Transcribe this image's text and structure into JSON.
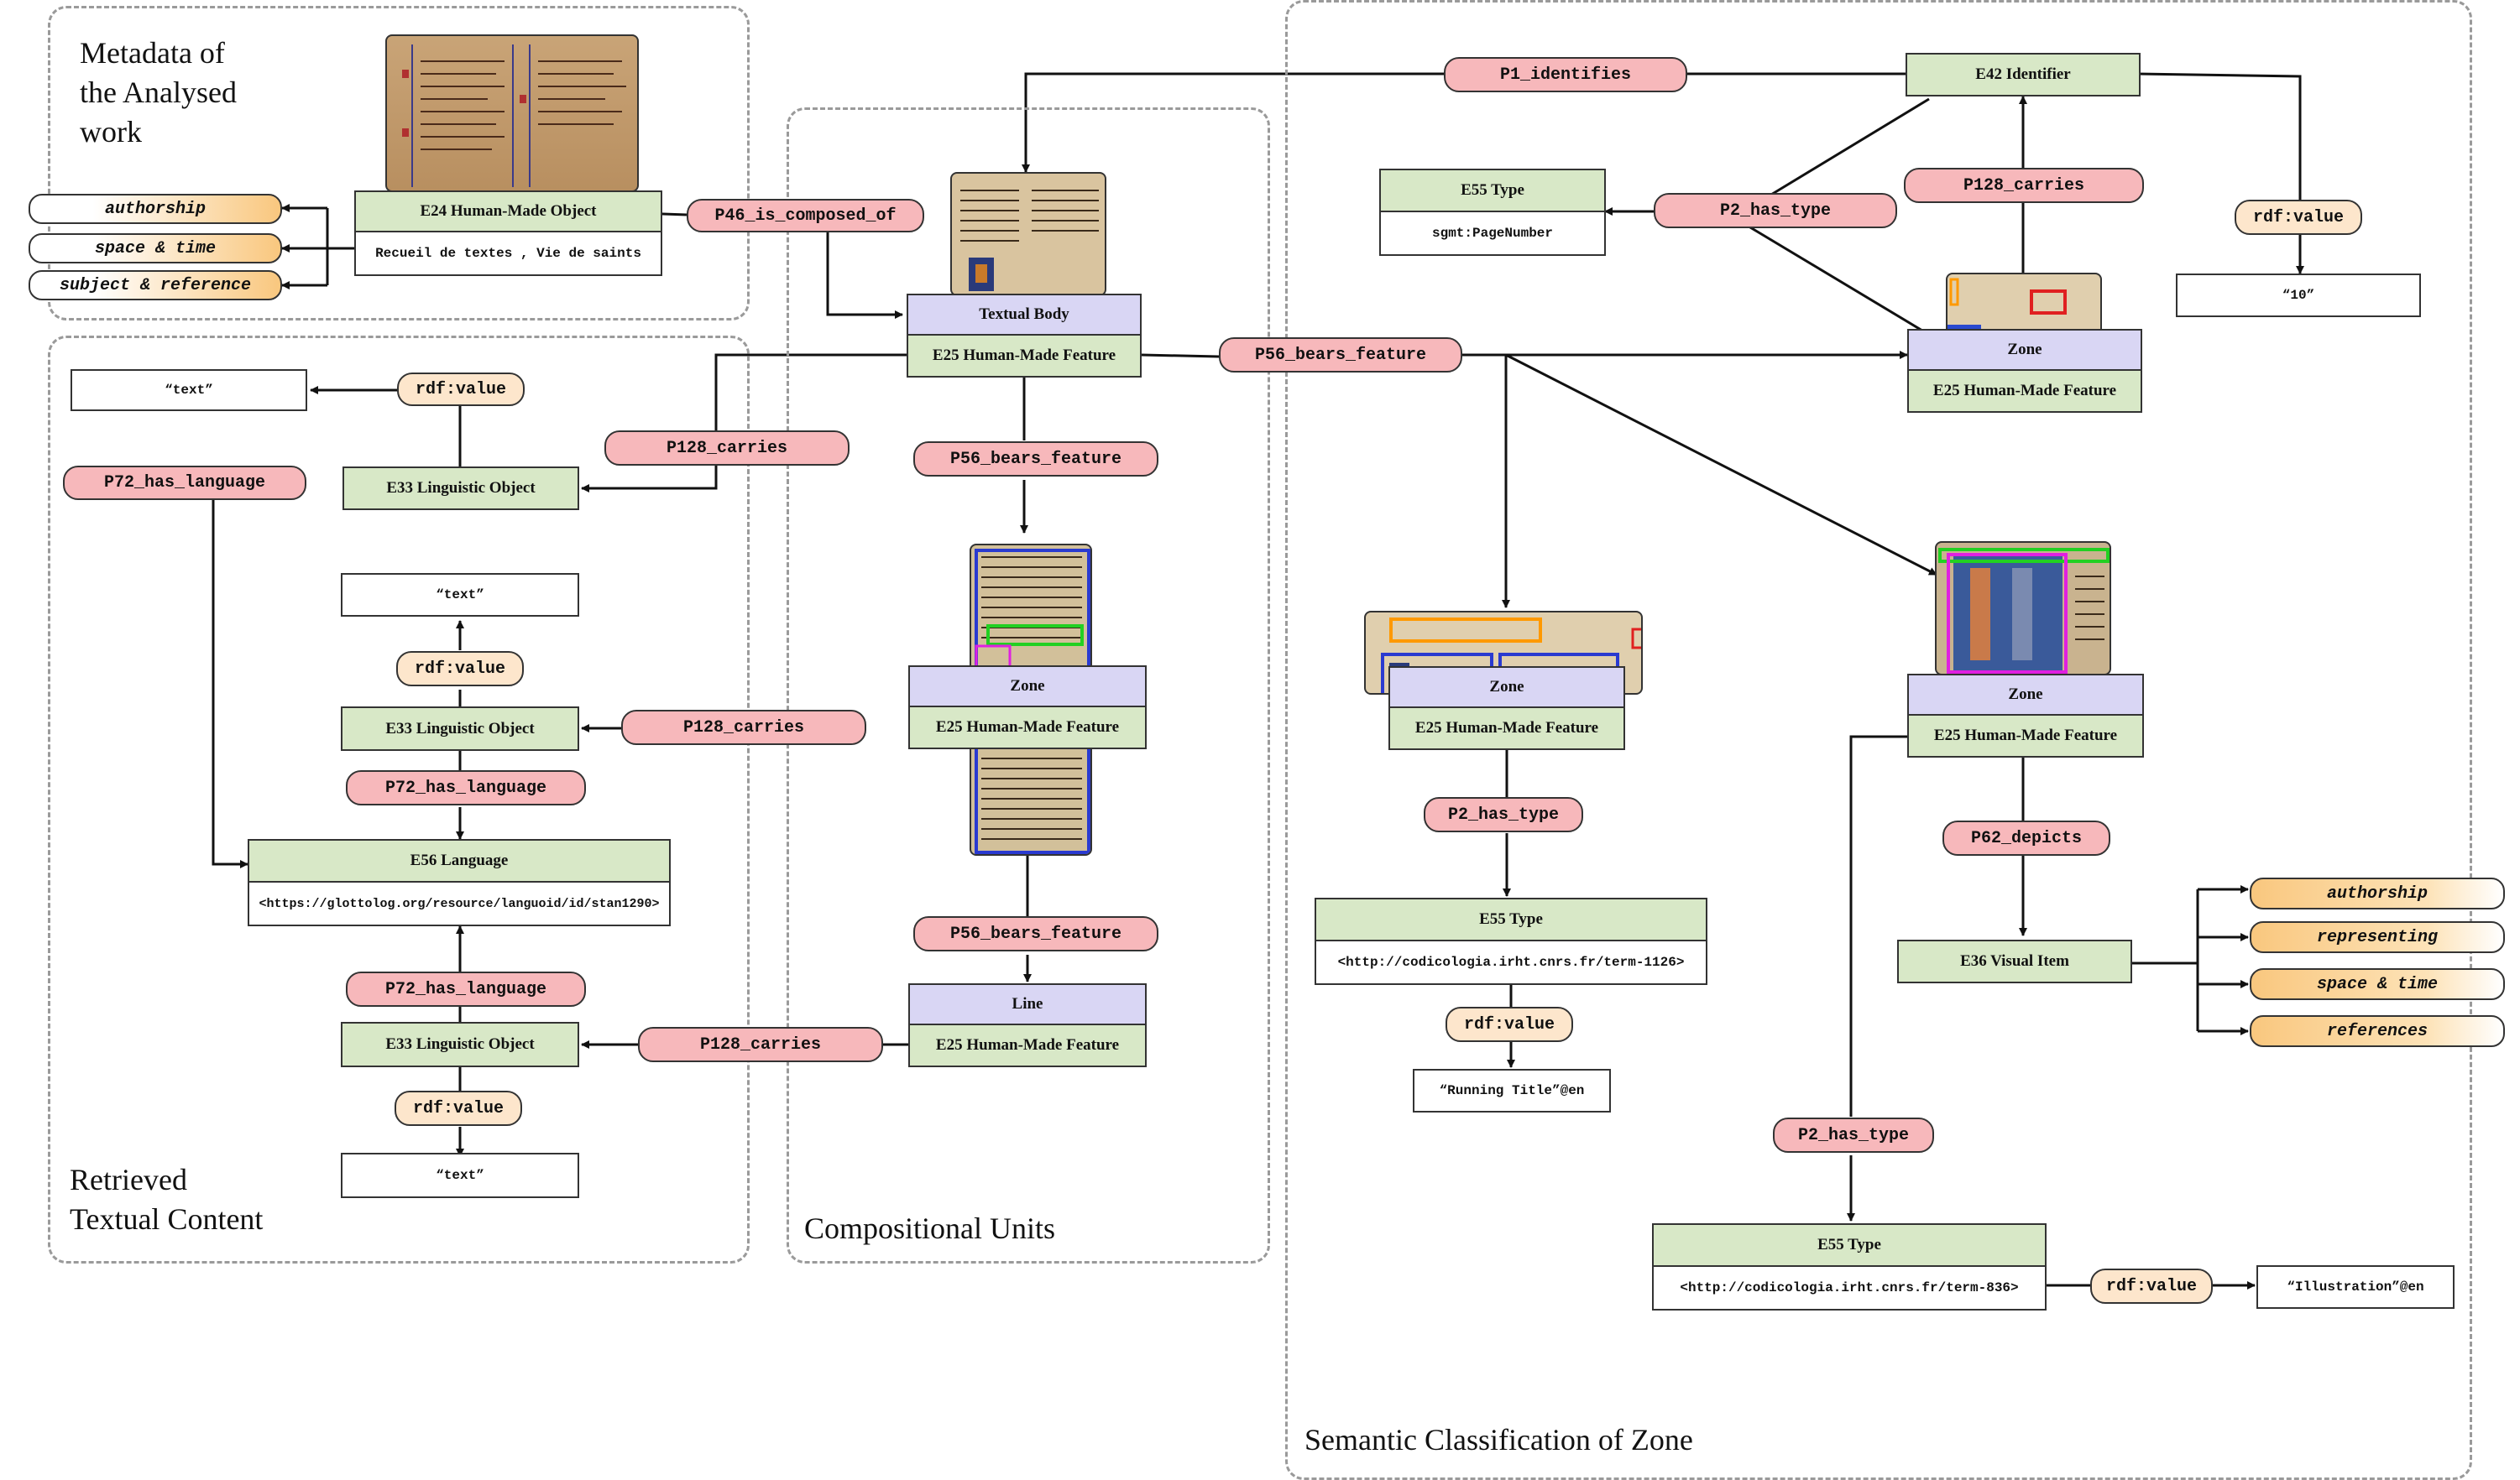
{
  "regions": {
    "metadata": "Metadata of\nthe Analysed\nwork",
    "retrieved": "Retrieved\nTextual Content",
    "compositional": "Compositional Units",
    "semantic": "Semantic Classification of Zone"
  },
  "nodes": {
    "e24_title": "E24 Human-Made Object",
    "e24_value": "Recueil de textes , Vie de saints",
    "textual_body": "Textual Body",
    "textual_body_class": "E25 Human-Made Feature",
    "zone_mid": "Zone",
    "zone_mid_class": "E25 Human-Made Feature",
    "line": "Line",
    "line_class": "E25 Human-Made Feature",
    "e33_a": "E33 Linguistic Object",
    "e33_b": "E33 Linguistic Object",
    "e33_c": "E33 Linguistic Object",
    "text_a": "“text”",
    "text_b": "“text”",
    "text_c": "“text”",
    "e56_title": "E56 Language",
    "e56_value": "<https://glottolog.org/resource/languoid/id/stan1290>",
    "e42": "E42 Identifier",
    "e55_top_title": "E55 Type",
    "e55_top_value": "sgmt:PageNumber",
    "value_10": "“10”",
    "zone_top": "Zone",
    "zone_top_class": "E25 Human-Made Feature",
    "zone_rt": "Zone",
    "zone_rt_class": "E25 Human-Made Feature",
    "zone_ill": "Zone",
    "zone_ill_class": "E25 Human-Made Feature",
    "e55_rt_title": "E55 Type",
    "e55_rt_value": "<http://codicologia.irht.cnrs.fr/term-1126>",
    "running_title": "“Running Title”@en",
    "e36": "E36 Visual Item",
    "e55_ill_title": "E55 Type",
    "e55_ill_value": "<http://codicologia.irht.cnrs.fr/term-836>",
    "illustration": "“Illustration”@en"
  },
  "properties": {
    "p46": "P46_is_composed_of",
    "p1": "P1_identifies",
    "p2_top": "P2_has_type",
    "p128_top": "P128_carries",
    "rdf_top": "rdf:value",
    "p56_main": "P56_bears_feature",
    "p56_mid": "P56_bears_feature",
    "p56_low": "P56_bears_feature",
    "p128_a": "P128_carries",
    "p128_b": "P128_carries",
    "p128_c": "P128_carries",
    "rdf_a": "rdf:value",
    "rdf_b": "rdf:value",
    "rdf_c": "rdf:value",
    "p72_a": "P72_has_language",
    "p72_b": "P72_has_language",
    "p72_c": "P72_has_language",
    "p2_rt": "P2_has_type",
    "rdf_rt": "rdf:value",
    "p62": "P62_depicts",
    "p2_ill": "P2_has_type",
    "rdf_ill": "rdf:value"
  },
  "tags_left": [
    "authorship",
    "space & time",
    "subject & reference"
  ],
  "tags_right": [
    "authorship",
    "representing",
    "space & time",
    "references"
  ],
  "colors": {
    "green": "#d8e8c7",
    "lavender": "#d9d6f4",
    "pill": "#f7b8bb",
    "rdf": "#fde6cc",
    "tag": "#f9c77e",
    "region_border": "#9a9a9a"
  }
}
